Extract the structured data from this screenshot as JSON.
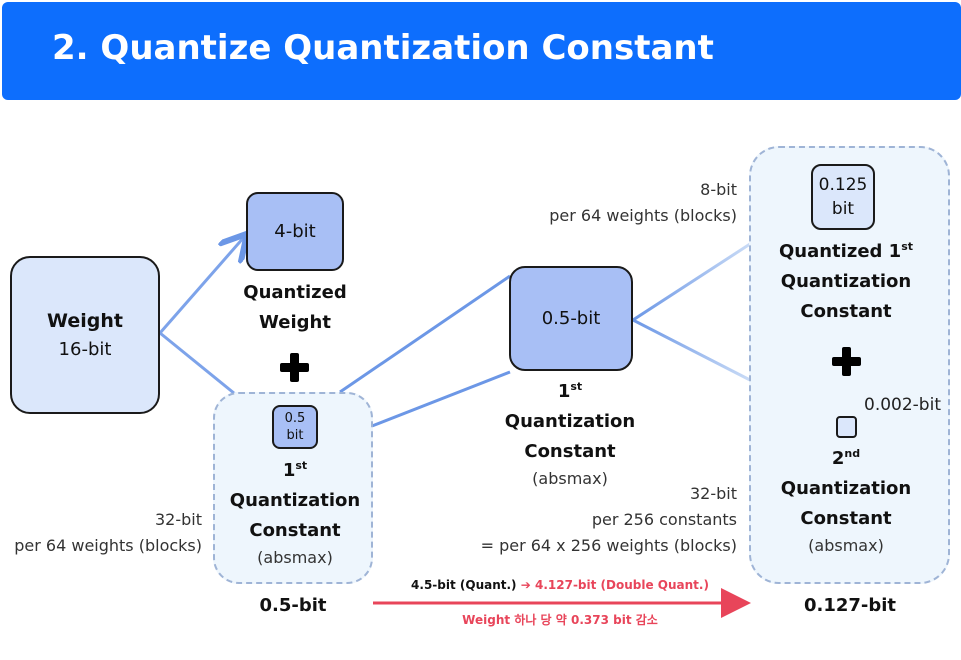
{
  "header": {
    "title": "2. Quantize Quantization Constant"
  },
  "weight": {
    "label": "Weight",
    "bits": "16-bit"
  },
  "quantized_weight": {
    "box": "4-bit",
    "line1": "Quantized",
    "line2": "Weight"
  },
  "left_constant": {
    "box_line1": "0.5",
    "box_line2": "bit",
    "ordinal_num": "1",
    "ordinal_suffix": "st",
    "line1": "Quantization",
    "line2": "Constant",
    "note": "(absmax)",
    "total": "0.5-bit"
  },
  "left_info": {
    "line1": "32-bit",
    "line2": "per 64 weights (blocks)"
  },
  "middle_constant": {
    "box": "0.5-bit",
    "ordinal_num": "1",
    "ordinal_suffix": "st",
    "line1": "Quantization",
    "line2": "Constant",
    "note": "(absmax)"
  },
  "top_info": {
    "line1": "8-bit",
    "line2": "per 64 weights (blocks)"
  },
  "bottom_info": {
    "line1": "32-bit",
    "line2": "per 256 constants",
    "line3": "= per 64 x 256 weights (blocks)"
  },
  "right_group": {
    "box_line1": "0.125",
    "box_line2": "bit",
    "first_line1_prefix": "Quantized ",
    "first_ordinal_num": "1",
    "first_ordinal_suffix": "st",
    "first_line2": "Quantization",
    "first_line3": "Constant",
    "small_box_label": "0.002-bit",
    "second_ordinal_num": "2",
    "second_ordinal_suffix": "nd",
    "second_line1": "Quantization",
    "second_line2": "Constant",
    "second_note": "(absmax)",
    "total": "0.127-bit"
  },
  "arrow_note": {
    "from_text": "4.5-bit (Quant.)",
    "arrow_glyph": "➔",
    "to_text": "4.127-bit (Double Quant.)",
    "reduction": "Weight 하나 당 약 0.373 bit 감소"
  },
  "colors": {
    "banner": "#0d6efd",
    "box_fill": "#dbe7fb",
    "box_dark_fill": "#a8bff5",
    "accent_red": "#e8455a",
    "line_blue": "#6c97e6"
  }
}
